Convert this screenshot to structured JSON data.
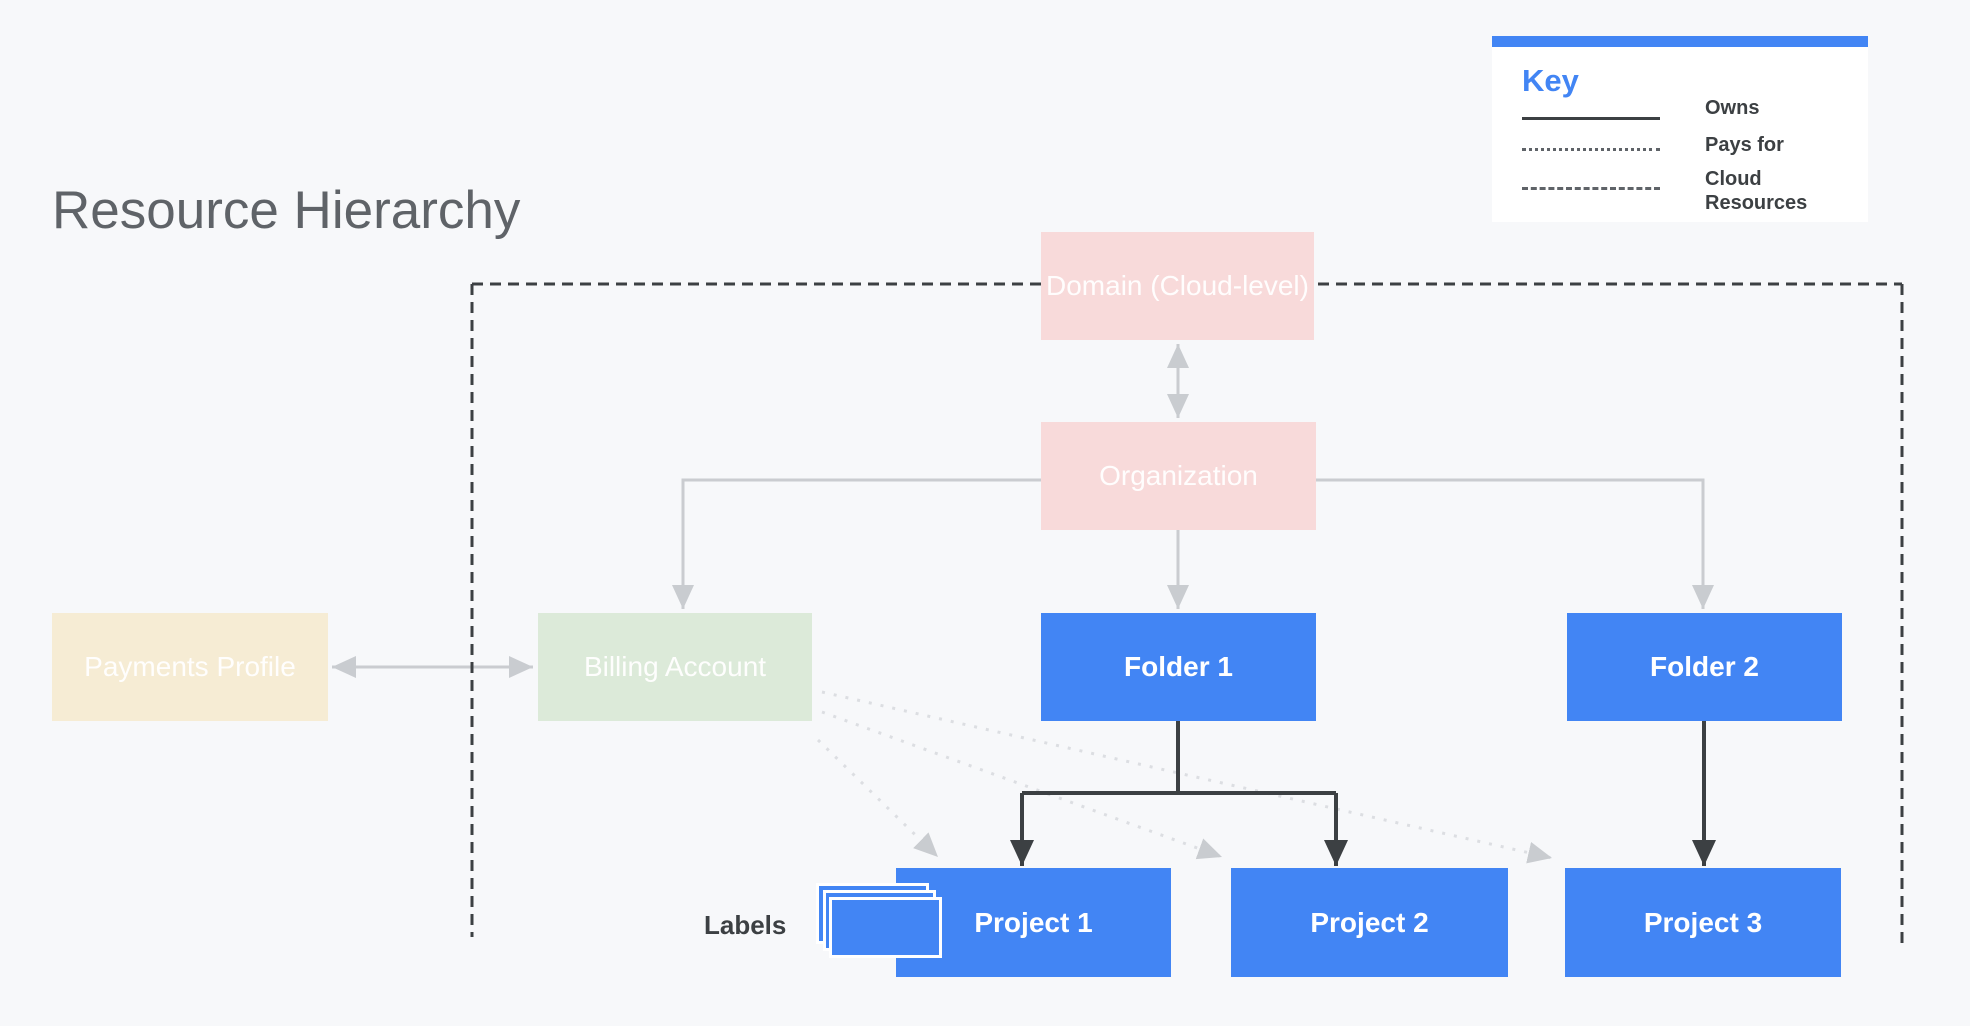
{
  "title": "Resource Hierarchy",
  "key": {
    "heading": "Key",
    "items": [
      {
        "line_style": "solid",
        "label": "Owns"
      },
      {
        "line_style": "dotted",
        "label": "Pays for"
      },
      {
        "line_style": "dashed",
        "label": "Cloud Resources"
      }
    ]
  },
  "nodes": {
    "domain": {
      "label": "Domain (Cloud-level)",
      "fill": "#f8dada"
    },
    "organization": {
      "label": "Organization",
      "fill": "#f8dada"
    },
    "payments_profile": {
      "label": "Payments Profile",
      "fill": "#f6ecd4"
    },
    "billing_account": {
      "label": "Billing Account",
      "fill": "#dcead9"
    },
    "folder1": {
      "label": "Folder 1",
      "fill": "#4285f4"
    },
    "folder2": {
      "label": "Folder 2",
      "fill": "#4285f4"
    },
    "project1": {
      "label": "Project 1",
      "fill": "#4285f4"
    },
    "project2": {
      "label": "Project 2",
      "fill": "#4285f4"
    },
    "project3": {
      "label": "Project 3",
      "fill": "#4285f4"
    }
  },
  "labels_annotation": "Labels",
  "colors": {
    "background": "#f7f8fa",
    "accent_blue": "#4285f4",
    "pink_box": "#f8dada",
    "green_box": "#dcead9",
    "cream_box": "#f6ecd4",
    "dark_line": "#3c4043",
    "gray_arrow": "#c9ccd0",
    "dotted_line": "#dcdee2",
    "title_text": "#5f6368",
    "white_text": "#ffffff"
  }
}
